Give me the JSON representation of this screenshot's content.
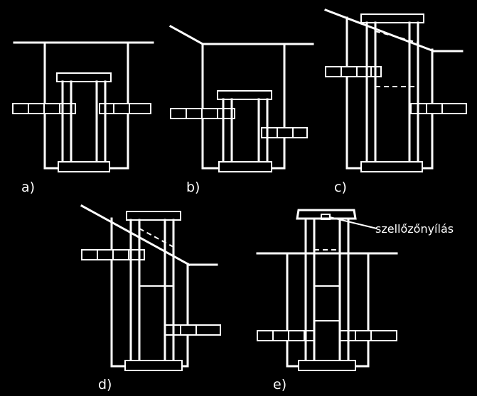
{
  "background_color": "#000000",
  "line_color": "#ffffff",
  "panels": [
    {
      "id": "a",
      "label": "a)"
    },
    {
      "id": "b",
      "label": "b)"
    },
    {
      "id": "c",
      "label": "c)"
    },
    {
      "id": "d",
      "label": "d)"
    },
    {
      "id": "e",
      "label": "e)"
    }
  ],
  "annotation": "szellőzőnyílás"
}
